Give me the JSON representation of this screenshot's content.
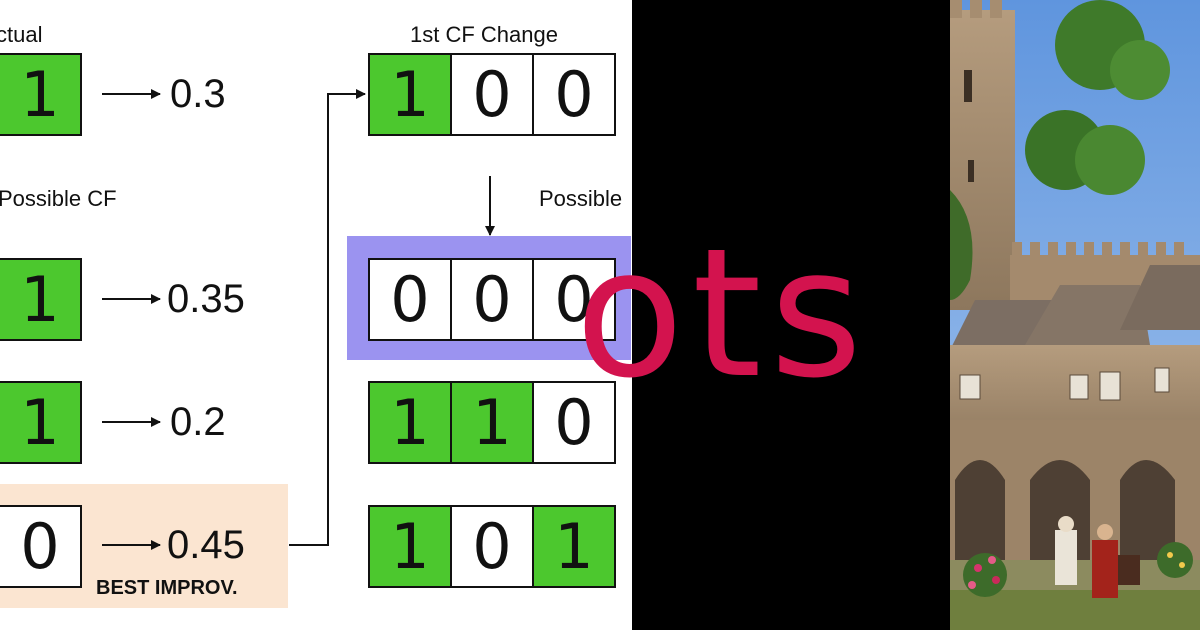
{
  "diagram": {
    "labels": {
      "actual": "ctual",
      "possible_cf_left": "Possible CF",
      "first_cf_change": "1st CF Change",
      "possible_right": "Possible",
      "best_improv": "BEST IMPROV."
    },
    "left_rows": [
      {
        "digit": "1",
        "value": "0.3"
      },
      {
        "digit": "1",
        "value": "0.35"
      },
      {
        "digit": "1",
        "value": "0.2"
      },
      {
        "digit": "0",
        "value": "0.45"
      }
    ],
    "right_rows": [
      [
        "1",
        "0",
        "0"
      ],
      [
        "0",
        "0",
        "0"
      ],
      [
        "1",
        "1",
        "0"
      ],
      [
        "1",
        "0",
        "1"
      ]
    ],
    "colors": {
      "active": "#4cc82e",
      "inactive": "#ffffff",
      "best_bg": "#fbe5d1",
      "highlight": "#9b93f0"
    }
  },
  "overlay": {
    "text": "ots",
    "color": "#d3134e"
  },
  "photo": {
    "alt": "castle courtyard illustration",
    "sky": "#6d9fe0"
  }
}
